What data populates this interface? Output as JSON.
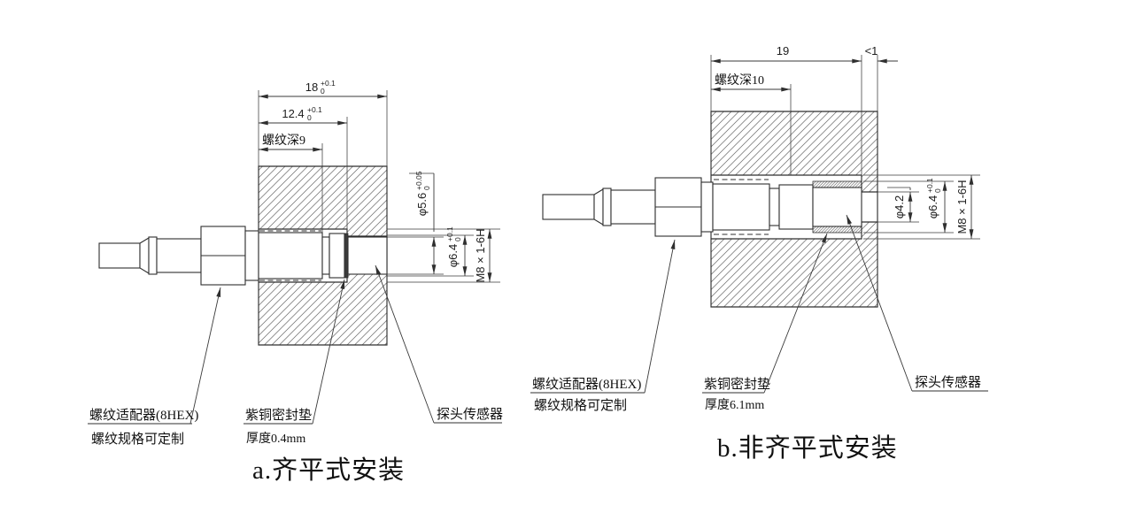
{
  "diagram_a": {
    "caption": "a.齐平式安装",
    "dims": {
      "total_depth": {
        "v": "18",
        "up": "+0.1",
        "dn": "0"
      },
      "counterbore_depth": {
        "v": "12.4",
        "up": "+0.1",
        "dn": "0"
      },
      "thread_depth": "螺纹深9",
      "tip_bore_dia": {
        "v": "φ5.6",
        "up": "+0.05",
        "dn": "0"
      },
      "bore_dia": {
        "v": "φ6.4",
        "up": "+0.1",
        "dn": "0"
      },
      "thread_spec": "M8 × 1-6H"
    },
    "labels": {
      "adapter_title": "螺纹适配器(8HEX)",
      "adapter_note": "螺纹规格可定制",
      "gasket_title": "紫铜密封垫",
      "gasket_note": "厚度0.4mm",
      "probe": "探头传感器"
    }
  },
  "diagram_b": {
    "caption": "b.非齐平式安装",
    "dims": {
      "total_depth": "19",
      "tip_clearance": "<1",
      "thread_depth": "螺纹深10",
      "tip_bore_dia": "φ4.2",
      "bore_dia": {
        "v": "φ6.4",
        "up": "+0.1",
        "dn": "0"
      },
      "thread_spec": "M8 × 1-6H"
    },
    "labels": {
      "adapter_title": "螺纹适配器(8HEX)",
      "adapter_note": "螺纹规格可定制",
      "gasket_title": "紫铜密封垫",
      "gasket_note": "厚度6.1mm",
      "probe": "探头传感器"
    }
  }
}
